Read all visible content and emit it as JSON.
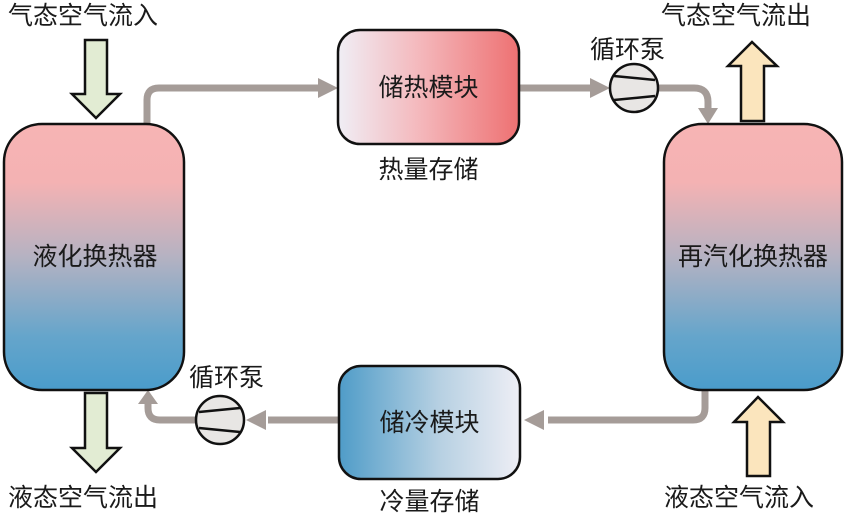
{
  "diagram": {
    "liquefaction_hx": {
      "label": "液化换热器"
    },
    "regasification_hx": {
      "label": "再汽化换热器"
    },
    "heat_storage": {
      "label": "储热模块",
      "caption": "热量存储"
    },
    "cold_storage": {
      "label": "储冷模块",
      "caption": "冷量存储"
    },
    "pump_top": {
      "label": "循环泵"
    },
    "pump_bottom": {
      "label": "循环泵"
    },
    "flows": {
      "gas_air_in": "气态空气流入",
      "liquid_air_out": "液态空气流出",
      "gas_air_out": "气态空气流出",
      "liquid_air_in": "液态空气流入"
    },
    "colors": {
      "hot": "#f4787a",
      "warm_top": "#f7b4b4",
      "cold": "#4a9ccb",
      "pipe": "#a59c98",
      "inflow_arrow": "#e2ecd3",
      "outflow_arrow": "#fbe5bd",
      "pump_fill": "#e8e6e4"
    }
  }
}
